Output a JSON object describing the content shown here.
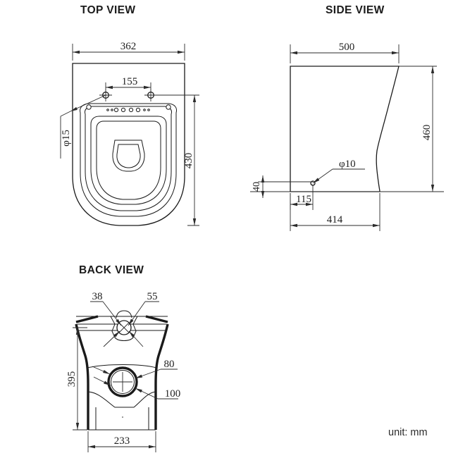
{
  "document": {
    "unit_note": "unit: mm"
  },
  "views": {
    "top": {
      "title": "TOP VIEW",
      "dimensions": {
        "overall_width": "362",
        "bolt_spacing": "155",
        "overall_depth": "430",
        "bolt_hole_diameter": "φ15"
      }
    },
    "side": {
      "title": "SIDE VIEW",
      "dimensions": {
        "overall_length": "500",
        "overall_height": "460",
        "outlet_diameter": "φ10",
        "outlet_from_wall": "115",
        "base_length": "414",
        "outlet_height": "40"
      }
    },
    "back": {
      "title": "BACK VIEW",
      "dimensions": {
        "upper_left_callout": "38",
        "upper_right_callout": "55",
        "outlet_inner_diameter": "80",
        "outlet_outer_diameter": "100",
        "height": "395",
        "base_width": "233"
      }
    }
  },
  "chart_data": {
    "type": "table",
    "title": "Wall-hung toilet pan dimensional drawing",
    "unit": "mm",
    "views": [
      "TOP VIEW",
      "SIDE VIEW",
      "BACK VIEW"
    ],
    "measurements": [
      {
        "view": "TOP VIEW",
        "label": "362",
        "meaning": "overall width"
      },
      {
        "view": "TOP VIEW",
        "label": "155",
        "meaning": "fixing bolt centre spacing"
      },
      {
        "view": "TOP VIEW",
        "label": "430",
        "meaning": "overall depth"
      },
      {
        "view": "TOP VIEW",
        "label": "φ15",
        "meaning": "fixing bolt hole diameter"
      },
      {
        "view": "SIDE VIEW",
        "label": "500",
        "meaning": "overall projection"
      },
      {
        "view": "SIDE VIEW",
        "label": "460",
        "meaning": "overall height"
      },
      {
        "view": "SIDE VIEW",
        "label": "φ10",
        "meaning": "water inlet diameter"
      },
      {
        "view": "SIDE VIEW",
        "label": "115",
        "meaning": "inlet centre from rear face"
      },
      {
        "view": "SIDE VIEW",
        "label": "414",
        "meaning": "base length"
      },
      {
        "view": "SIDE VIEW",
        "label": "40",
        "meaning": "inlet centre height above base"
      },
      {
        "view": "BACK VIEW",
        "label": "38",
        "meaning": "water inlet bore"
      },
      {
        "view": "BACK VIEW",
        "label": "55",
        "meaning": "water inlet outer"
      },
      {
        "view": "BACK VIEW",
        "label": "80",
        "meaning": "soil outlet inner diameter"
      },
      {
        "view": "BACK VIEW",
        "label": "100",
        "meaning": "soil outlet outer diameter"
      },
      {
        "view": "BACK VIEW",
        "label": "395",
        "meaning": "height to inlet level"
      },
      {
        "view": "BACK VIEW",
        "label": "233",
        "meaning": "base width"
      }
    ]
  }
}
